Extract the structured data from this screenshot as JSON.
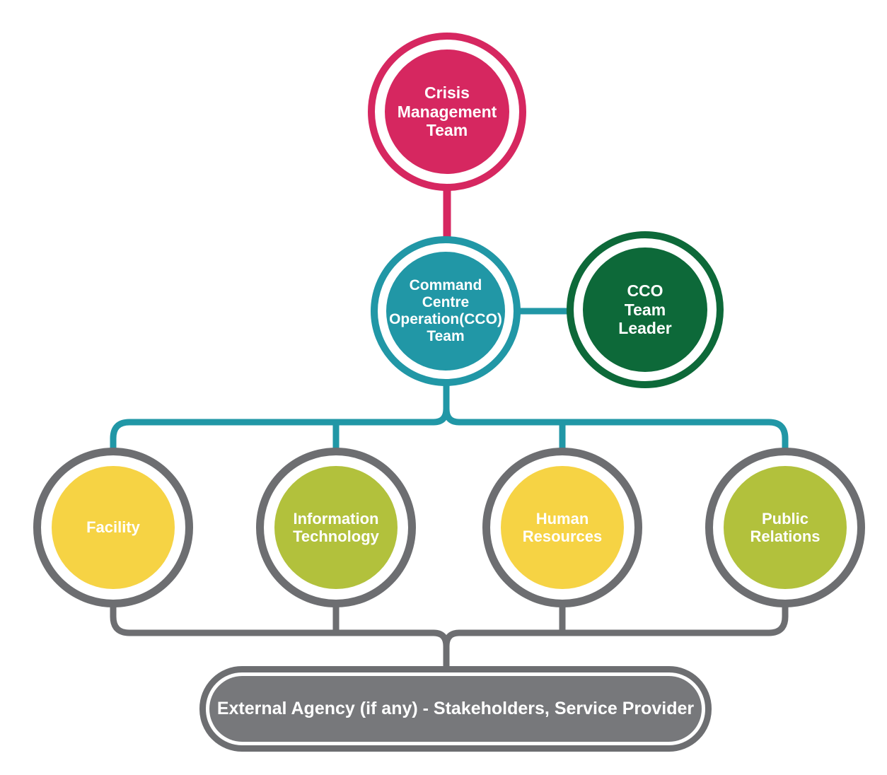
{
  "colors": {
    "pink": "#D62760",
    "teal": "#2197A6",
    "green": "#0D6939",
    "yellow": "#F6D344",
    "yellow_green": "#B2C13C",
    "gray": "#6D6E71",
    "gray_light": "#77787B",
    "text": "#FFFFFF"
  },
  "nodes": {
    "crisis": {
      "label": "Crisis\nManagement\nTeam"
    },
    "command": {
      "label": "Command\nCentre\nOperation(CCO)\nTeam"
    },
    "leader": {
      "label": "CCO\nTeam\nLeader"
    },
    "facility": {
      "label": "Facility"
    },
    "it": {
      "label": "Information\nTechnology"
    },
    "hr": {
      "label": "Human\nResources"
    },
    "pr": {
      "label": "Public\nRelations"
    }
  },
  "external_box": {
    "label": "External Agency (if any) - Stakeholders, Service Provider"
  }
}
